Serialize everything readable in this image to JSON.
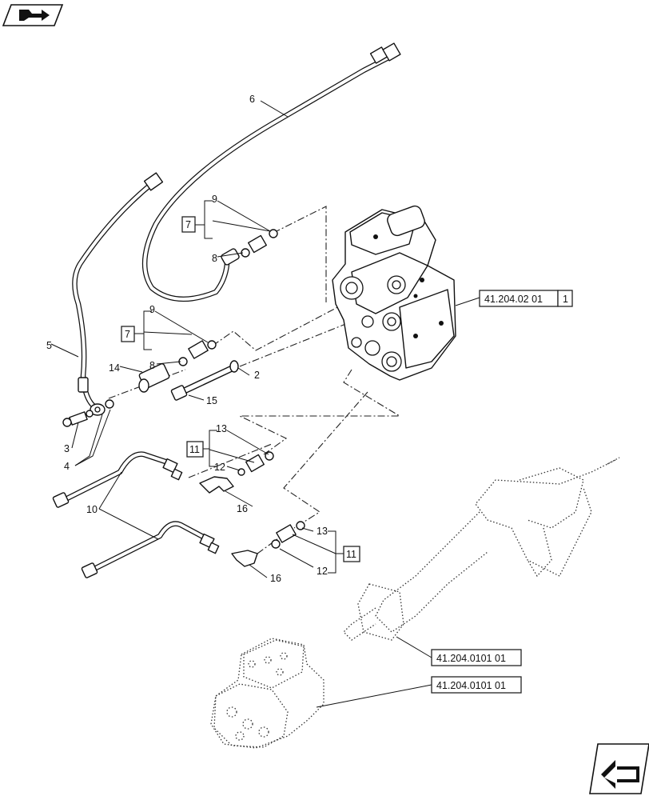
{
  "nav": {
    "icon_top": "arrow-right-icon",
    "icon_bottom": "arrow-left-icon"
  },
  "callouts": [
    {
      "id": "c6",
      "text": "6"
    },
    {
      "id": "c9a",
      "text": "9"
    },
    {
      "id": "c8a",
      "text": "8"
    },
    {
      "id": "c9b",
      "text": "9"
    },
    {
      "id": "c8b",
      "text": "8"
    },
    {
      "id": "c5",
      "text": "5"
    },
    {
      "id": "c14",
      "text": "14"
    },
    {
      "id": "c2",
      "text": "2"
    },
    {
      "id": "c15",
      "text": "15"
    },
    {
      "id": "c13a",
      "text": "13"
    },
    {
      "id": "c12a",
      "text": "12"
    },
    {
      "id": "c3",
      "text": "3"
    },
    {
      "id": "c4",
      "text": "4"
    },
    {
      "id": "c10",
      "text": "10"
    },
    {
      "id": "c16a",
      "text": "16"
    },
    {
      "id": "c13b",
      "text": "13"
    },
    {
      "id": "c12b",
      "text": "12"
    },
    {
      "id": "c16b",
      "text": "16"
    }
  ],
  "boxed_refs": [
    "7",
    "7",
    "11",
    "11"
  ],
  "references": {
    "valve": {
      "code": "41.204.02 01",
      "index": "1"
    },
    "column": {
      "code": "41.204.0101 01"
    },
    "steering_unit": {
      "code": "41.204.0101 01"
    }
  }
}
